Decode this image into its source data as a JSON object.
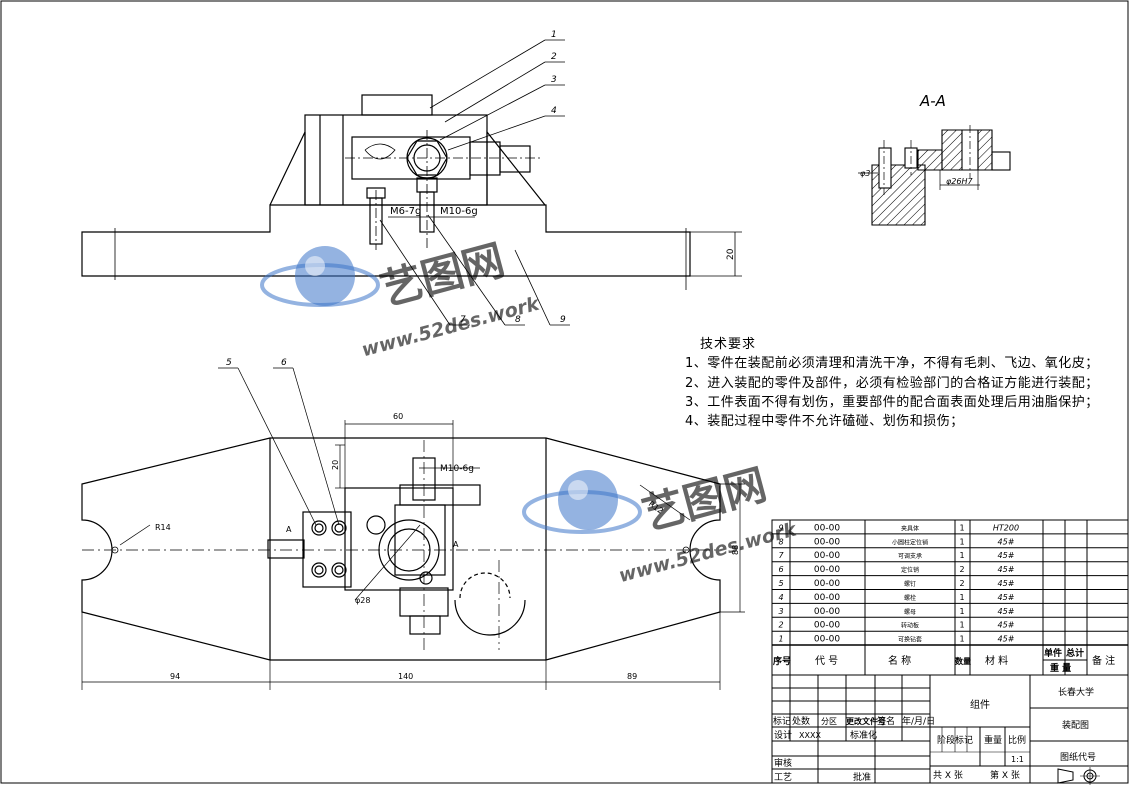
{
  "section_label": "A-A",
  "section_dims": {
    "d3": "φ3",
    "d26": "φ26H7"
  },
  "callouts": [
    "1",
    "2",
    "3",
    "4",
    "5",
    "6",
    "7",
    "8",
    "9"
  ],
  "front_dims": {
    "m6": "M6-7g",
    "m10": "M10-6g",
    "h20": "20"
  },
  "plan_dims": {
    "w60": "60",
    "h20": "20",
    "m10": "M10-6g",
    "r14": "R14",
    "r12": "R12",
    "h88": "88",
    "d28": "φ28",
    "a_left": "A",
    "a_right": "A",
    "l94": "94",
    "l140": "140",
    "l89": "89"
  },
  "tech": {
    "title": "技术要求",
    "items": [
      "1、零件在装配前必须清理和清洗干净，不得有毛刺、飞边、氧化皮；",
      "2、进入装配的零件及部件，必须有检验部门的合格证方能进行装配；",
      "3、工件表面不得有划伤，重要部件的配合面表面处理后用油脂保护；",
      "4、装配过程中零件不允许磕碰、划伤和损伤；"
    ]
  },
  "bom": {
    "header": {
      "seq": "序号",
      "code": "代 号",
      "name": "名 称",
      "qty": "数量",
      "material": "材 料",
      "unit_weight": "单件",
      "total_weight": "总计",
      "weight": "重 量",
      "note": "备 注"
    },
    "rows": [
      {
        "seq": "9",
        "code": "00-00",
        "name": "夹具体",
        "qty": "1",
        "material": "HT200"
      },
      {
        "seq": "8",
        "code": "00-00",
        "name": "小圆柱定位销",
        "qty": "1",
        "material": "45#"
      },
      {
        "seq": "7",
        "code": "00-00",
        "name": "可调支承",
        "qty": "1",
        "material": "45#"
      },
      {
        "seq": "6",
        "code": "00-00",
        "name": "定位销",
        "qty": "2",
        "material": "45#"
      },
      {
        "seq": "5",
        "code": "00-00",
        "name": "螺钉",
        "qty": "2",
        "material": "45#"
      },
      {
        "seq": "4",
        "code": "00-00",
        "name": "螺栓",
        "qty": "1",
        "material": "45#"
      },
      {
        "seq": "3",
        "code": "00-00",
        "name": "螺母",
        "qty": "1",
        "material": "45#"
      },
      {
        "seq": "2",
        "code": "00-00",
        "name": "转动板",
        "qty": "1",
        "material": "45#"
      },
      {
        "seq": "1",
        "code": "00-00",
        "name": "可换钻套",
        "qty": "1",
        "material": "45#"
      }
    ]
  },
  "title_block": {
    "mark": "标记",
    "count": "处数",
    "zone": "分区",
    "change_doc": "更改文件号",
    "sign": "签名",
    "date": "年/月/日",
    "design": "设计",
    "design_value": "XXXX",
    "standard": "标准化",
    "review": "审核",
    "process": "工艺",
    "approve": "批准",
    "assembly": "组件",
    "stage": "阶段标记",
    "weight": "重量",
    "scale": "比例",
    "scale_value": "1:1",
    "sheets_total": "共 X 张",
    "sheet_no": "第 X 张",
    "school": "长春大学",
    "drawing_name": "装配图",
    "drawing_code": "图纸代号"
  },
  "watermark": {
    "brand": "艺图网",
    "url": "www.52des.work"
  },
  "colors": {
    "line": "#000000",
    "watermark": "#3d74c8"
  }
}
